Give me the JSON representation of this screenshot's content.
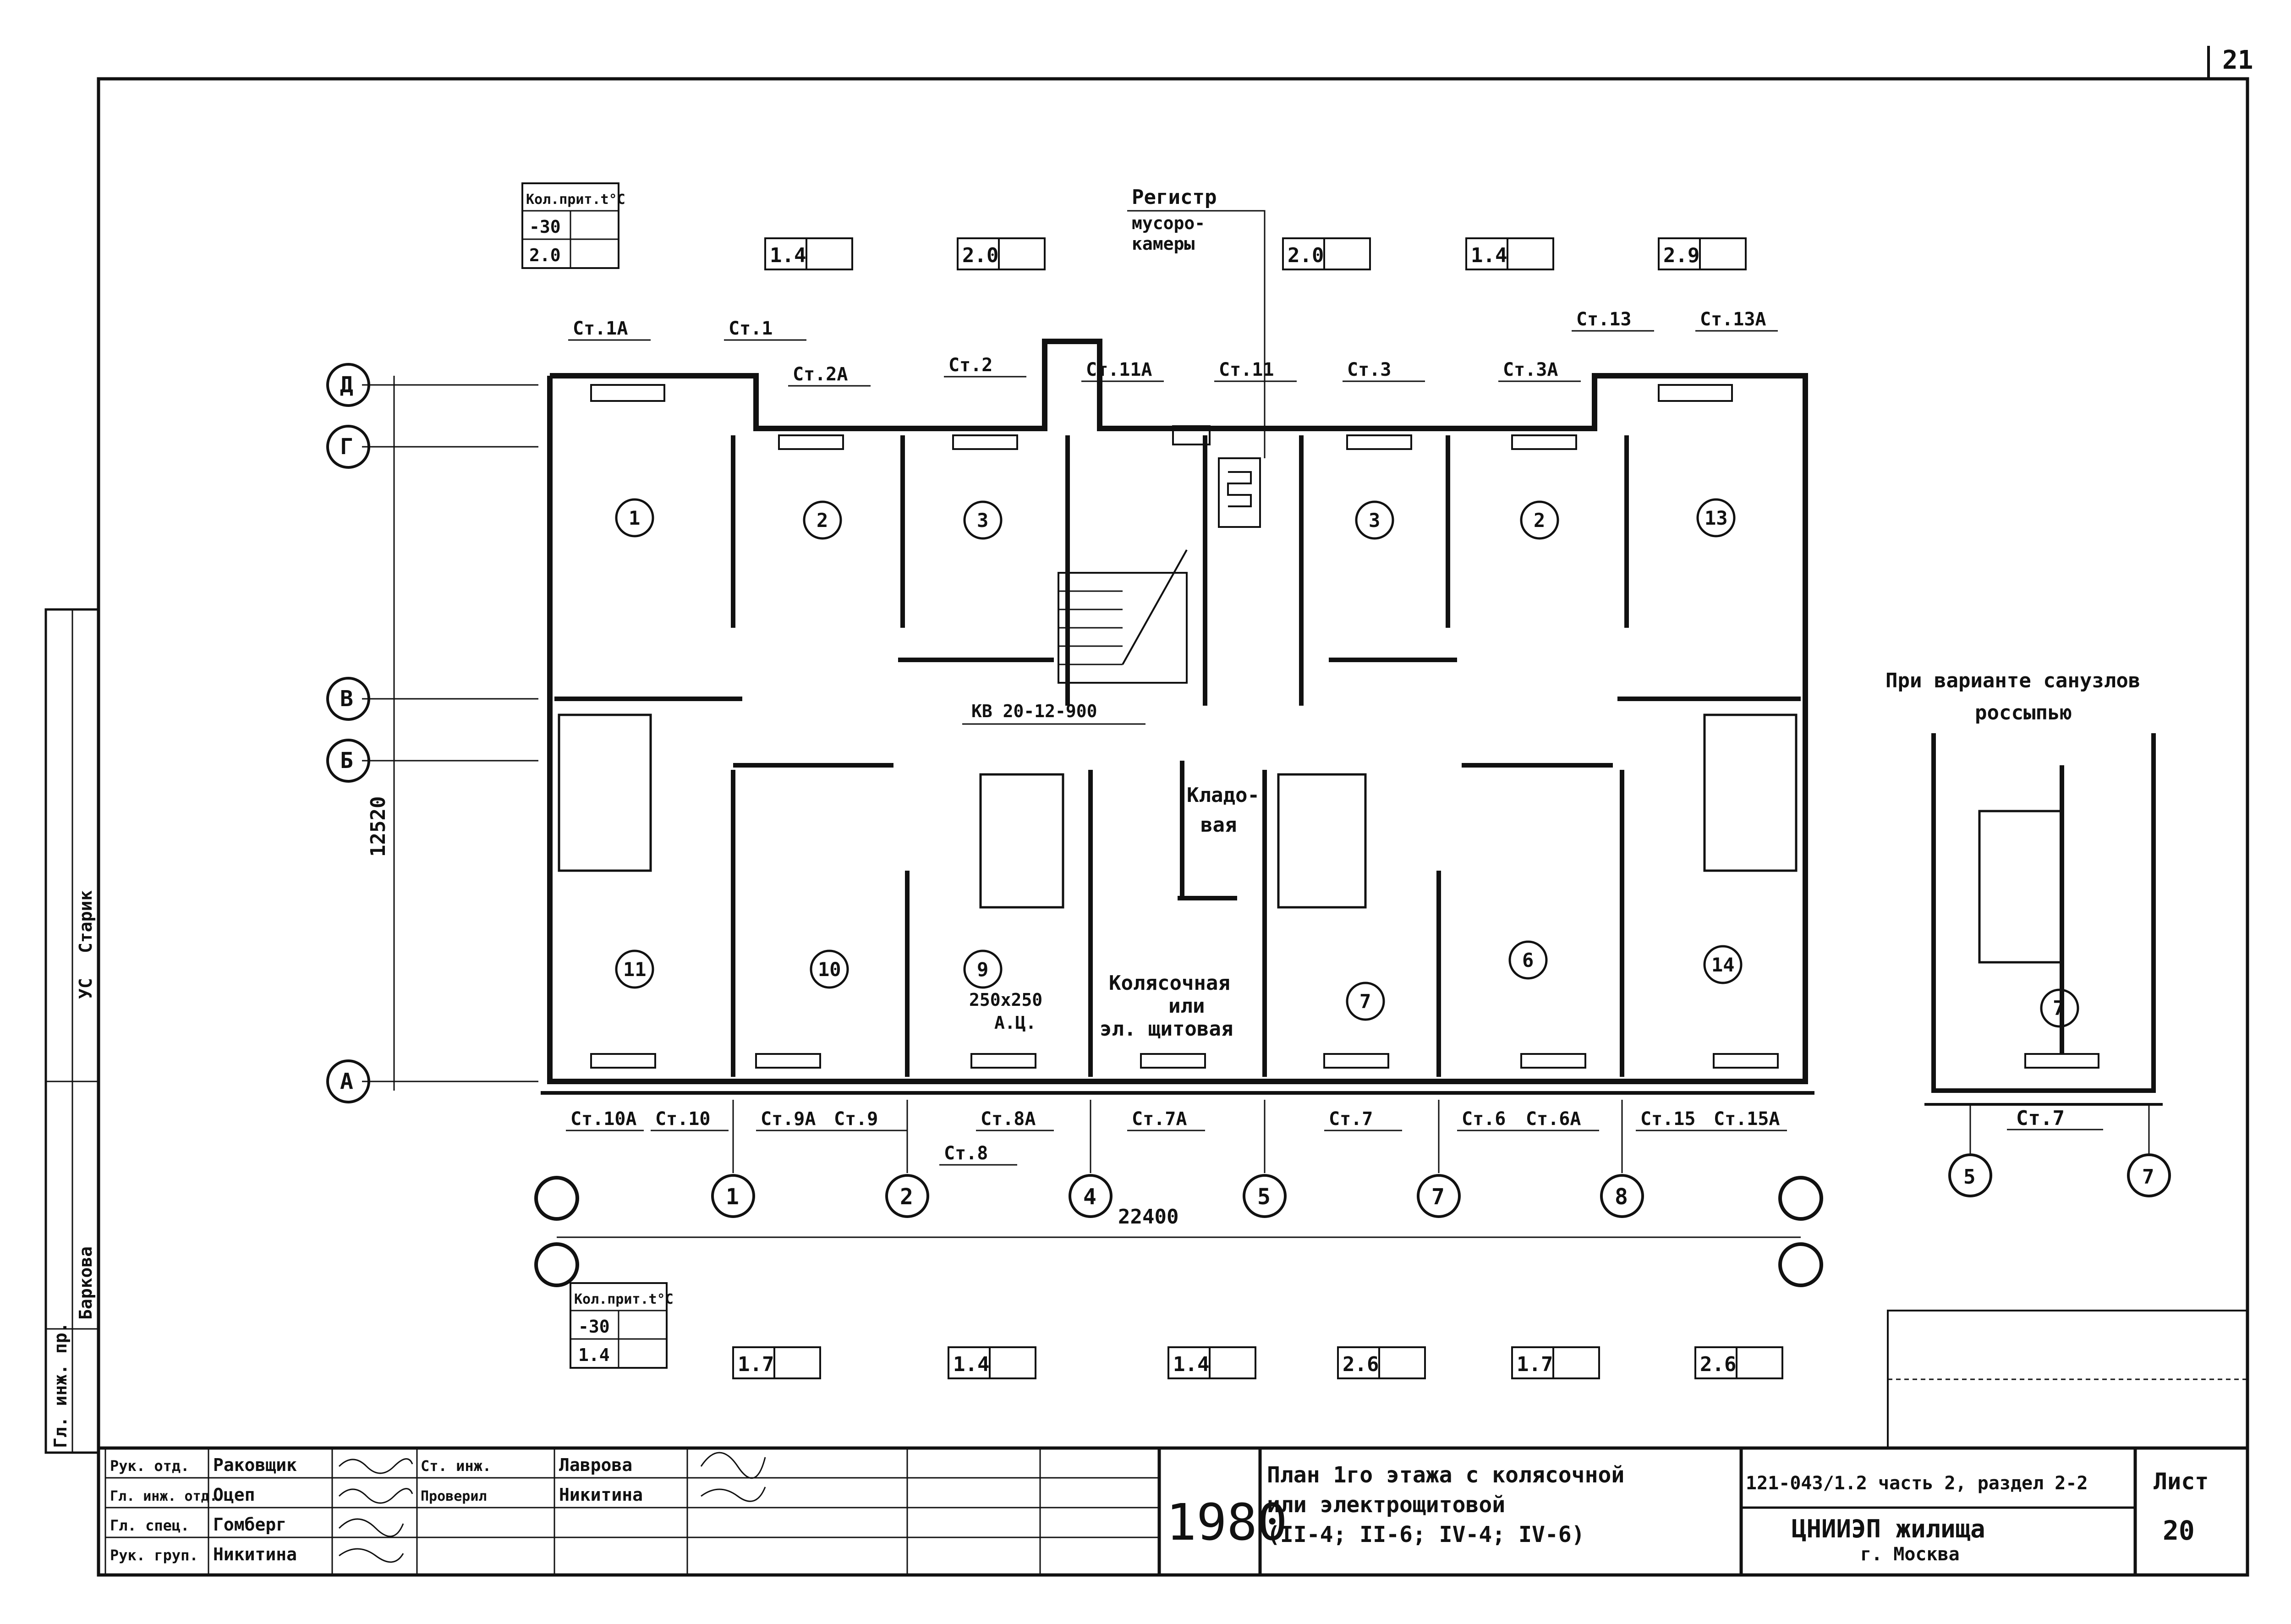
{
  "sheet_corner_number": "21",
  "sheet": {
    "label": "Лист",
    "number": "20"
  },
  "year": "1980",
  "title_lines": [
    "План 1го этажа с колясочной",
    "или электрощитовой",
    "(II-4; II-6; IV-4; IV-6)"
  ],
  "project_code": "121-043/1.2 часть 2, раздел 2-2",
  "organization": "ЦНИИЭП жилища",
  "city": "г. Москва",
  "stamp_rows": [
    {
      "role": "Рук. отд.",
      "name": "Раковщик"
    },
    {
      "role": "Гл. инж. отд.",
      "name": "Оцеп"
    },
    {
      "role": "Гл. спец.",
      "name": "Гомберг"
    },
    {
      "role": "Рук. груп.",
      "name": "Никитина"
    }
  ],
  "stamp_right": [
    {
      "role": "Ст. инж.",
      "name": "Лаврова"
    },
    {
      "role": "Проверил",
      "name": "Никитина"
    }
  ],
  "side_stamp": [
    "Гл. инж. пр.",
    "Баркова",
    "УС",
    "Старик"
  ],
  "heating_tables": {
    "top": {
      "header": "Кол.прит.t°C",
      "row1": "-30",
      "row2": "2.0"
    },
    "bottom": {
      "header": "Кол.прит.t°C",
      "row1": "-30",
      "row2": "1.4"
    }
  },
  "top_values": [
    "1.4",
    "2.0",
    "2.0",
    "1.4",
    "2.9"
  ],
  "bottom_values": [
    "1.7",
    "1.4",
    "1.4",
    "2.6",
    "1.7",
    "2.6"
  ],
  "register_label": [
    "Регистр",
    "мусоро-",
    "камеры"
  ],
  "risers_top": [
    "Ст.1A",
    "Ст.1",
    "Ст.2A",
    "Ст.2",
    "Ст.11A",
    "Ст.11",
    "Ст.3",
    "Ст.3A",
    "Ст.13",
    "Ст.13A"
  ],
  "risers_bottom": [
    "Ст.10A",
    "Ст.10",
    "Ст.9A",
    "Ст.9",
    "Ст.8",
    "Ст.8A",
    "Ст.7A",
    "Ст.7",
    "Ст.6",
    "Ст.6A",
    "Ст.15",
    "Ст.15A"
  ],
  "grid_letters": [
    "Д",
    "Г",
    "В",
    "Б",
    "А"
  ],
  "grid_numbers": [
    "1",
    "2",
    "4",
    "5",
    "7",
    "8"
  ],
  "dim_vertical": "12520",
  "dim_horizontal": "22400",
  "rooms": [
    "1",
    "2",
    "3",
    "3",
    "2",
    "13",
    "11",
    "10",
    "9",
    "7",
    "6",
    "14"
  ],
  "kv_label": "КВ 20-12-900",
  "storage_label": [
    "Кладо-",
    "вая"
  ],
  "duct_label": [
    "250х250",
    "А.Ц."
  ],
  "pram_label": [
    "Колясочная",
    "или",
    "эл. щитовая"
  ],
  "variant": {
    "title": [
      "При варианте санузлов",
      "россыпью"
    ],
    "room": "7",
    "riser": "Ст.7",
    "axes": [
      "5",
      "7"
    ]
  }
}
